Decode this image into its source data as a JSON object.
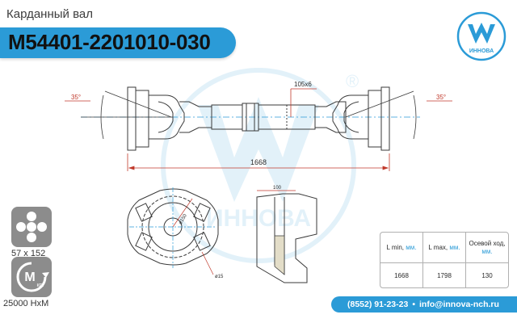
{
  "header": {
    "subtitle": "Карданный вал",
    "part_number": "M54401-2201010-030"
  },
  "logo": {
    "brand": "ИННОВА",
    "mark": "®"
  },
  "drawing": {
    "angle_left": "35°",
    "angle_right": "35°",
    "spline_spec": "105x6",
    "length_min": "1668",
    "flange_dim": "100",
    "bolt_circle": "ø150",
    "hole_dim": "ø15"
  },
  "specs": {
    "cross_size": "57 x 152",
    "torque": "25000 НхМ",
    "torque_icon_text": "М",
    "torque_icon_sub": "кр."
  },
  "table": {
    "headers": [
      {
        "label": "L min,",
        "unit": "мм."
      },
      {
        "label": "L max,",
        "unit": "мм."
      },
      {
        "label": "Осевой ход,",
        "unit": "мм."
      }
    ],
    "values": [
      "1668",
      "1798",
      "130"
    ]
  },
  "contacts": {
    "phone": "(8552) 91-23-23",
    "separator": "•",
    "email": "info@innova-nch.ru"
  },
  "colors": {
    "accent": "#2b9bd7",
    "dimension": "#c0392b",
    "line": "#3a3a3a"
  }
}
